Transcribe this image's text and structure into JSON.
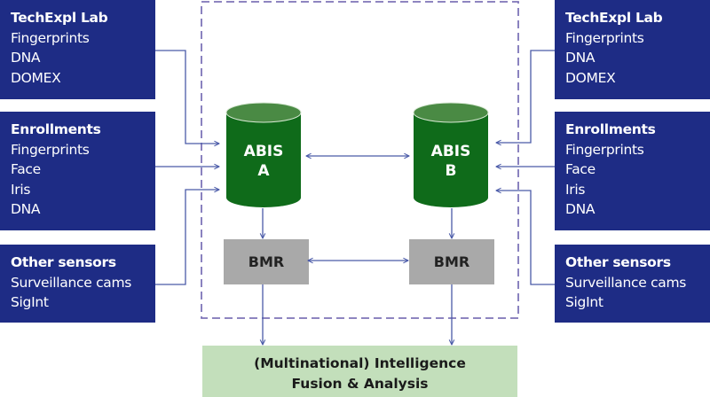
{
  "left_sources": [
    {
      "title": "TechExpl Lab",
      "items": [
        "Fingerprints",
        "DNA",
        "DOMEX"
      ]
    },
    {
      "title": "Enrollments",
      "items": [
        "Fingerprints",
        "Face",
        "Iris",
        "DNA"
      ]
    },
    {
      "title": "Other sensors",
      "items": [
        "Surveillance cams",
        "SigInt"
      ]
    }
  ],
  "right_sources": [
    {
      "title": "TechExpl Lab",
      "items": [
        "Fingerprints",
        "DNA",
        "DOMEX"
      ]
    },
    {
      "title": "Enrollments",
      "items": [
        "Fingerprints",
        "Face",
        "Iris",
        "DNA"
      ]
    },
    {
      "title": "Other sensors",
      "items": [
        "Surveillance cams",
        "SigInt"
      ]
    }
  ],
  "abis_a": {
    "line1": "ABIS",
    "line2": "A"
  },
  "abis_b": {
    "line1": "ABIS",
    "line2": "B"
  },
  "bmr_a": "BMR",
  "bmr_b": "BMR",
  "fusion": {
    "line1": "(Multinational) Intelligence",
    "line2": "Fusion & Analysis"
  },
  "colors": {
    "source_box": "#1e2c85",
    "connector": "#4a5aa8",
    "boundary": "#7e74b8",
    "database": "#0f6b1a",
    "database_top": "#4a8a44",
    "bmr": "#a9a9a9",
    "fusion": "#c3dfbb"
  }
}
